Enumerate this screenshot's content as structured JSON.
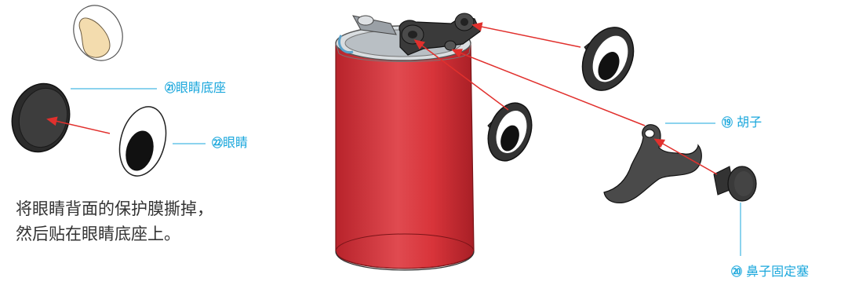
{
  "colors": {
    "accent": "#1aa7dc",
    "arrow": "#e1302d",
    "can_red": "#d8343a",
    "part_dark": "#3a3a3a",
    "text": "#333333"
  },
  "labels": {
    "eye_base": {
      "num": "㉑",
      "text": "眼睛底座"
    },
    "eye": {
      "num": "㉒",
      "text": "眼睛"
    },
    "mustache": {
      "num": "⑲",
      "text": "胡子"
    },
    "nose_plug": {
      "num": "⑳",
      "text": "鼻子固定塞"
    }
  },
  "instruction": {
    "line1": "将眼睛背面的保护膜撕掉，",
    "line2": "然后贴在眼睛底座上。"
  }
}
